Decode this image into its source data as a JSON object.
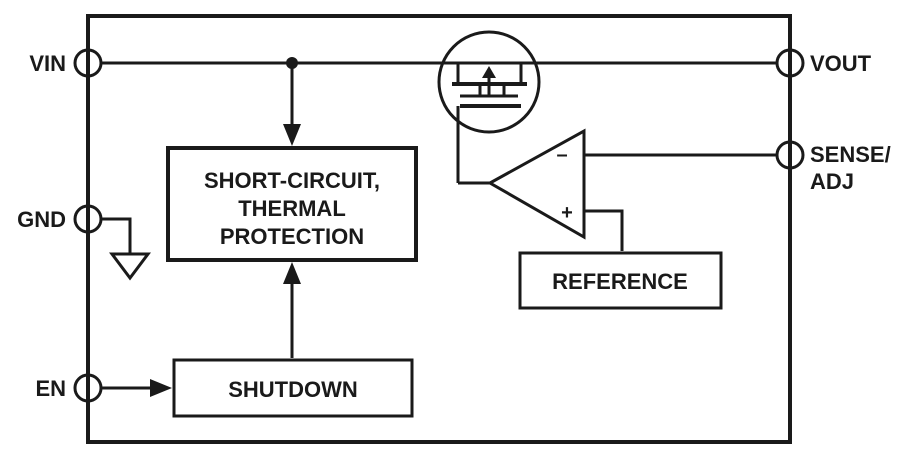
{
  "pins": {
    "vin": "VIN",
    "gnd": "GND",
    "en": "EN",
    "vout": "VOUT",
    "sense_line1": "SENSE/",
    "sense_line2": "ADJ"
  },
  "blocks": {
    "protection_line1": "SHORT-CIRCUIT,",
    "protection_line2": "THERMAL",
    "protection_line3": "PROTECTION",
    "shutdown": "SHUTDOWN",
    "reference": "REFERENCE"
  },
  "amplifier": {
    "inverting": "–",
    "noninverting": "+"
  },
  "colors": {
    "ink": "#1a1a1a",
    "background": "#ffffff"
  }
}
